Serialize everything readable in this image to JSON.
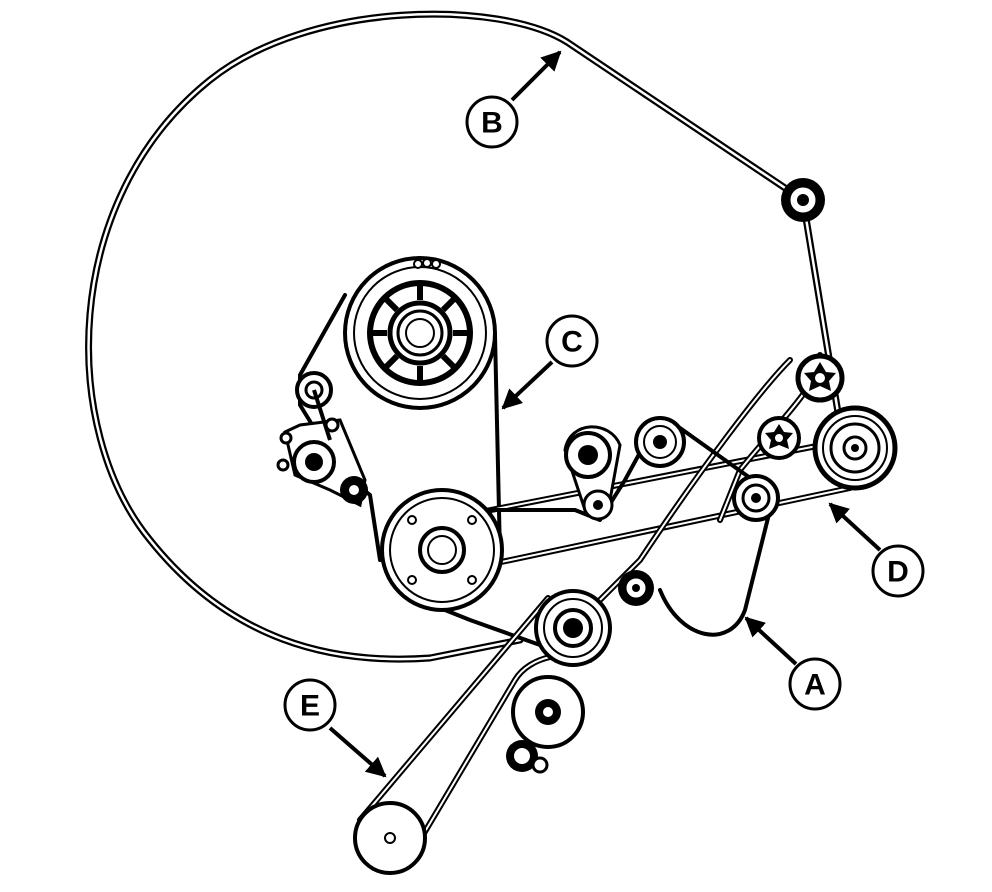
{
  "colors": {
    "line": "#000000",
    "fill": "#ffffff"
  },
  "callouts": {
    "A": {
      "label": "A"
    },
    "B": {
      "label": "B"
    },
    "C": {
      "label": "C"
    },
    "D": {
      "label": "D"
    },
    "E": {
      "label": "E"
    }
  }
}
